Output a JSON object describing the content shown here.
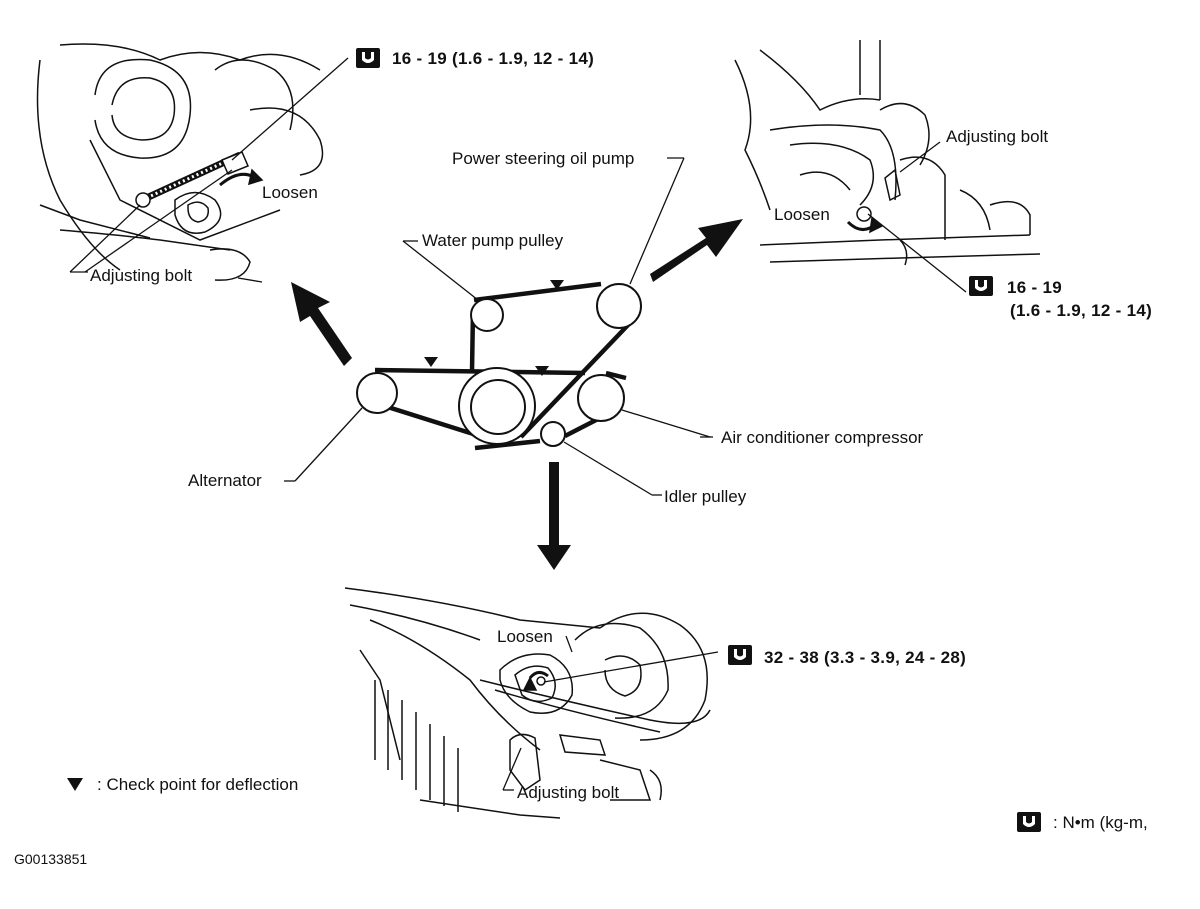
{
  "labels": {
    "top_left": {
      "torque": "16 - 19 (1.6 - 1.9, 12 - 14)",
      "loosen": "Loosen",
      "adjusting_bolt": "Adjusting bolt"
    },
    "top_right": {
      "adjusting_bolt": "Adjusting bolt",
      "loosen": "Loosen",
      "torque_line1": "16 - 19",
      "torque_line2": "(1.6 - 1.9, 12 - 14)"
    },
    "center": {
      "power_steering": "Power steering oil pump",
      "water_pump": "Water pump pulley",
      "ac_compressor": "Air conditioner compressor",
      "alternator": "Alternator",
      "idler_pulley": "Idler pulley"
    },
    "bottom": {
      "loosen": "Loosen",
      "torque": "32 - 38 (3.3 - 3.9, 24 - 28)",
      "adjusting_bolt": "Adjusting bolt"
    },
    "legend_check": ": Check point for deflection",
    "legend_units": ": N•m (kg-m,",
    "figure_code": "G00133851"
  },
  "icons": {
    "torque_wrench": "torque-wrench-icon",
    "check_point": "triangle-down-icon"
  }
}
